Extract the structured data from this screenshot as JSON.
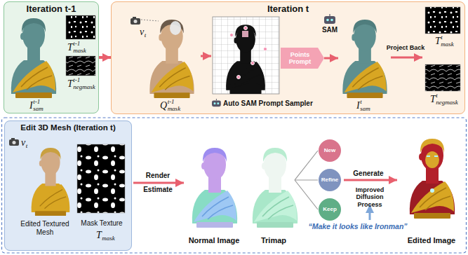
{
  "diagram": {
    "nodes": [
      {
        "text": [
          "Iteration t-1"
        ]
      },
      {
        "text": [
          "Iteration t"
        ]
      },
      {
        "text": [
          "Points Prompt"
        ],
        "in": 1
      },
      {
        "text": [
          "Edit 3D Mesh (Iteration t)"
        ]
      },
      {
        "text": [
          "New"
        ]
      },
      {
        "text": [
          "Refine"
        ]
      },
      {
        "text": [
          "Keep"
        ]
      }
    ],
    "edges": [
      {
        "from": 0,
        "to": 1,
        "arrow": "to"
      }
    ],
    "labels": [
      "I",
      "t-1",
      "sam",
      "T",
      "t-1",
      "mask",
      "T",
      "t-1",
      "negmask",
      "v",
      "t",
      "Q",
      "t-1",
      "mask",
      "Auto SAM Prompt Sampler",
      "SAM",
      "I",
      "t",
      "sam",
      "Project Back",
      "T",
      "t",
      "mask",
      "T",
      "t",
      "negmask",
      "v",
      "t",
      "Edited Textured Mesh",
      "Mask Texture",
      "T",
      "mask",
      "Render",
      "Estimate",
      "Normal Image",
      "Trimap",
      "Generate",
      "Improved Diffusion Process",
      "“Make it looks like Ironman”",
      "Edited Image"
    ]
  }
}
